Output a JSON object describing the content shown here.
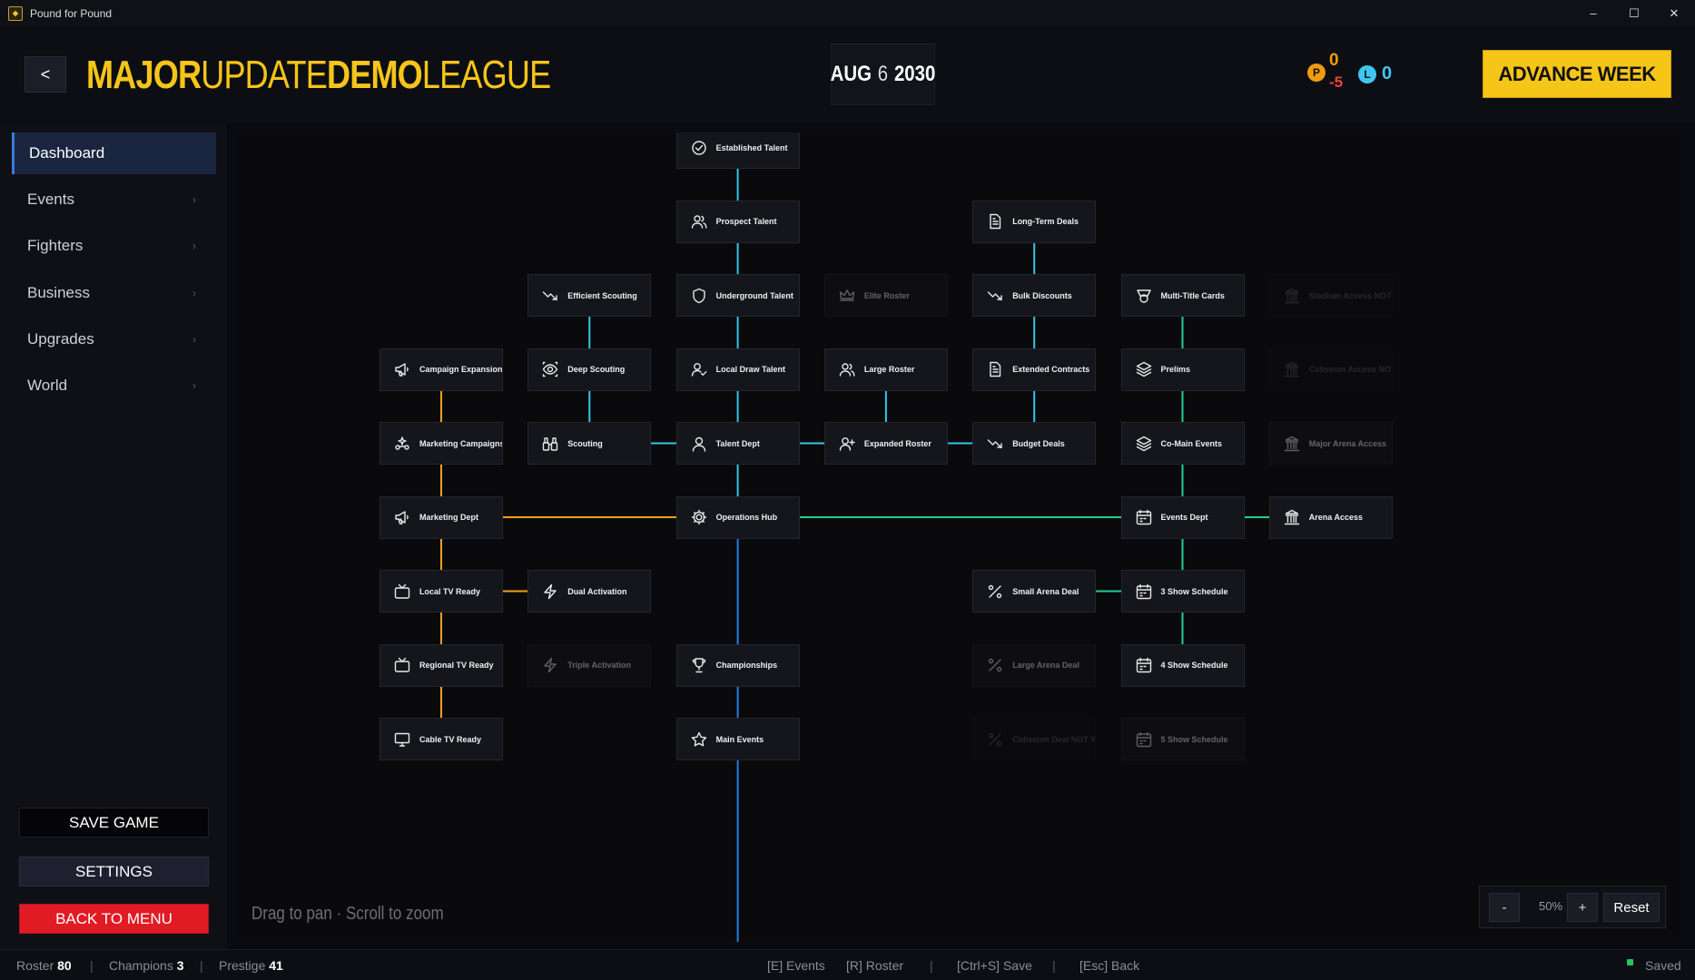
{
  "window": {
    "title": "Pound for Pound",
    "minimize": "–",
    "maximize": "☐",
    "close": "✕"
  },
  "header": {
    "back_label": "<",
    "league_parts": [
      "MAJOR",
      "UPDATE",
      "DEMO",
      "LEAGUE"
    ],
    "date": {
      "month": "AUG",
      "day": "6",
      "year": "2030"
    },
    "prestige_points": {
      "icon": "P",
      "value": "0",
      "delta": "-5"
    },
    "legacy_points": {
      "icon": "L",
      "value": "0"
    },
    "advance_label": "ADVANCE WEEK"
  },
  "sidebar": {
    "items": [
      {
        "label": "Dashboard",
        "active": true
      },
      {
        "label": "Events",
        "chevron": "›"
      },
      {
        "label": "Fighters",
        "chevron": "›"
      },
      {
        "label": "Business",
        "chevron": "›"
      },
      {
        "label": "Upgrades",
        "chevron": "›"
      },
      {
        "label": "World",
        "chevron": "›"
      }
    ],
    "save_label": "SAVE GAME",
    "settings_label": "SETTINGS",
    "menu_label": "BACK TO MENU"
  },
  "tree": {
    "colors": {
      "blue": "#1f7fe0",
      "cyan": "#34c6e6",
      "orange": "#f0a020",
      "green": "#1fcf8f",
      "teal": "#18c6a8"
    },
    "nodes": [
      {
        "id": "established",
        "label": "Established Talent",
        "icon": "check-circle",
        "state": "on"
      },
      {
        "id": "prospect",
        "label": "Prospect Talent",
        "icon": "users",
        "state": "on"
      },
      {
        "id": "longterm",
        "label": "Long-Term Deals",
        "icon": "document",
        "state": "on"
      },
      {
        "id": "effscout",
        "label": "Efficient Scouting",
        "icon": "trend-down",
        "state": "on"
      },
      {
        "id": "underground",
        "label": "Underground Talent",
        "icon": "shield",
        "state": "on"
      },
      {
        "id": "eliteroster",
        "label": "Elite Roster",
        "icon": "crown",
        "state": "dim"
      },
      {
        "id": "bulk",
        "label": "Bulk Discounts",
        "icon": "trend-down",
        "state": "on"
      },
      {
        "id": "multititle",
        "label": "Multi-Title Cards",
        "icon": "award",
        "state": "on"
      },
      {
        "id": "stadium",
        "label": "Stadium Access NOT YET",
        "icon": "building",
        "state": "faint"
      },
      {
        "id": "campaign",
        "label": "Campaign Expansion",
        "icon": "megaphone",
        "state": "on"
      },
      {
        "id": "deepscout",
        "label": "Deep Scouting",
        "icon": "eye",
        "state": "on"
      },
      {
        "id": "localdraw",
        "label": "Local Draw Talent",
        "icon": "user-check",
        "state": "on"
      },
      {
        "id": "largeroster",
        "label": "Large Roster",
        "icon": "users",
        "state": "on"
      },
      {
        "id": "extcontracts",
        "label": "Extended Contracts",
        "icon": "document",
        "state": "on"
      },
      {
        "id": "prelims",
        "label": "Prelims",
        "icon": "layers",
        "state": "on"
      },
      {
        "id": "coliseum",
        "label": "Coliseum Access NOT YET",
        "icon": "building",
        "state": "faint"
      },
      {
        "id": "mktcampaigns",
        "label": "Marketing Campaigns",
        "icon": "sparkle",
        "state": "on"
      },
      {
        "id": "scouting",
        "label": "Scouting",
        "icon": "binoculars",
        "state": "on"
      },
      {
        "id": "talentdept",
        "label": "Talent Dept",
        "icon": "user",
        "state": "on"
      },
      {
        "id": "expandedroster",
        "label": "Expanded Roster",
        "icon": "user-plus",
        "state": "on"
      },
      {
        "id": "budget",
        "label": "Budget Deals",
        "icon": "trend-down",
        "state": "on"
      },
      {
        "id": "comain",
        "label": "Co-Main Events",
        "icon": "layers",
        "state": "on"
      },
      {
        "id": "majorarena",
        "label": "Major Arena Access",
        "icon": "building",
        "state": "dim"
      },
      {
        "id": "mktdept",
        "label": "Marketing Dept",
        "icon": "megaphone",
        "state": "on"
      },
      {
        "id": "opshub",
        "label": "Operations Hub",
        "icon": "gear",
        "state": "on"
      },
      {
        "id": "eventsdept",
        "label": "Events Dept",
        "icon": "calendar",
        "state": "on"
      },
      {
        "id": "arena",
        "label": "Arena Access",
        "icon": "building",
        "state": "on"
      },
      {
        "id": "localtv",
        "label": "Local TV Ready",
        "icon": "tv",
        "state": "on"
      },
      {
        "id": "dualact",
        "label": "Dual Activation",
        "icon": "bolt",
        "state": "on"
      },
      {
        "id": "smallarena",
        "label": "Small Arena Deal",
        "icon": "percent",
        "state": "on"
      },
      {
        "id": "show3",
        "label": "3 Show Schedule",
        "icon": "calendar",
        "state": "on"
      },
      {
        "id": "regionaltv",
        "label": "Regional TV Ready",
        "icon": "tv",
        "state": "on"
      },
      {
        "id": "tripleact",
        "label": "Triple Activation",
        "icon": "bolt",
        "state": "dim"
      },
      {
        "id": "championships",
        "label": "Championships",
        "icon": "trophy",
        "state": "on"
      },
      {
        "id": "largearena",
        "label": "Large Arena Deal",
        "icon": "percent",
        "state": "dim"
      },
      {
        "id": "show4",
        "label": "4 Show Schedule",
        "icon": "calendar",
        "state": "on"
      },
      {
        "id": "cabletv",
        "label": "Cable TV Ready",
        "icon": "monitor",
        "state": "on"
      },
      {
        "id": "mainevents",
        "label": "Main Events",
        "icon": "star",
        "state": "on"
      },
      {
        "id": "coliseumdeal",
        "label": "Coliseum Deal NOT YET",
        "icon": "percent",
        "state": "faint"
      },
      {
        "id": "show5",
        "label": "5 Show Schedule",
        "icon": "calendar",
        "state": "dim"
      }
    ]
  },
  "canvas": {
    "hint": "Drag to pan · Scroll to zoom"
  },
  "zoom": {
    "minus": "-",
    "value": "50%",
    "plus": "+",
    "reset": "Reset"
  },
  "status": {
    "roster_label": "Roster",
    "roster_value": "80",
    "champions_label": "Champions",
    "champions_value": "3",
    "prestige_label": "Prestige",
    "prestige_value": "41",
    "keys": [
      "[E] Events",
      "[R] Roster",
      "[Ctrl+S] Save",
      "[Esc] Back"
    ],
    "saved": "Saved"
  }
}
